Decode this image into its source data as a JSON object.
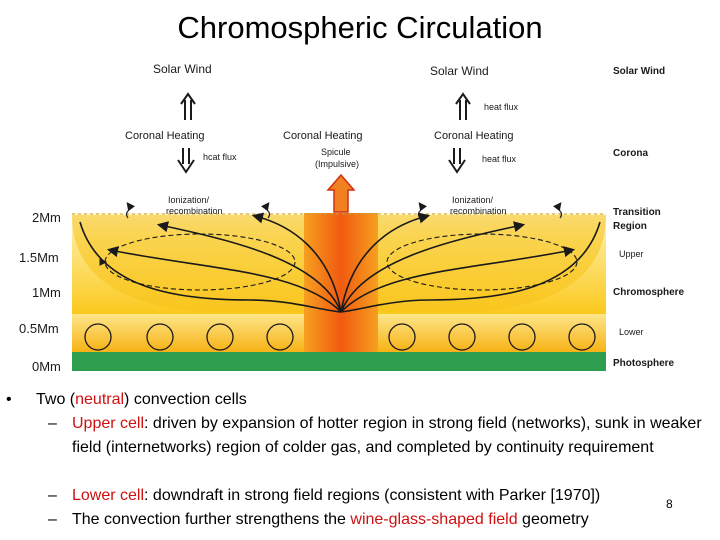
{
  "title": "Chromospheric Circulation",
  "diagram": {
    "top_labels": {
      "solar_wind_left": "Solar Wind",
      "solar_wind_right": "Solar Wind",
      "heat_flux_up_right": "heat flux",
      "coronal_heating_left": "Coronal Heating",
      "coronal_heating_center": "Coronal Heating",
      "coronal_heating_right": "Coronal Heating",
      "heat_flux_down_left": "hcat flux",
      "heat_flux_down_right": "heat flux",
      "spicule_line1": "Spicule",
      "spicule_line2": "(Impulsive)",
      "ionization_left_1": "Ionization/",
      "ionization_left_2": "recombination",
      "ionization_right_1": "Ionization/",
      "ionization_right_2": "recombination"
    },
    "height_axis": [
      "2Mm",
      "1.5Mm",
      "1Mm",
      "0.5Mm",
      "0Mm"
    ],
    "layers": {
      "solar_wind": "Solar Wind",
      "corona": "Corona",
      "transition_1": "Transition",
      "transition_2": "Region",
      "upper": "Upper",
      "chromosphere": "Chromosphere",
      "lower": "Lower",
      "photosphere": "Photosphere"
    },
    "colors": {
      "photosphere": "#2e9e4e",
      "upper_bg": "#fbcf1c",
      "lower_bg": "#fbc31a",
      "hot_core": "#f26a12",
      "flow_lines": "#1a1a1a"
    }
  },
  "bullets": {
    "marker": "•",
    "main_prefix": "Two (",
    "main_highlight": "neutral",
    "main_suffix": ") convection cells",
    "dash": "–",
    "sub1_highlight": "Upper cell",
    "sub1_text": ": driven by expansion of hotter region in strong field (networks), sunk in weaker field (internetworks) region of colder gas, and completed by continuity requirement",
    "sub2_highlight": "Lower cell",
    "sub2_text": ": downdraft in strong field regions (consistent with Parker [1970])",
    "sub3_prefix": "The convection further strengthens the ",
    "sub3_highlight": "wine-glass-shaped field",
    "sub3_suffix": " geometry"
  },
  "page_number": "8"
}
